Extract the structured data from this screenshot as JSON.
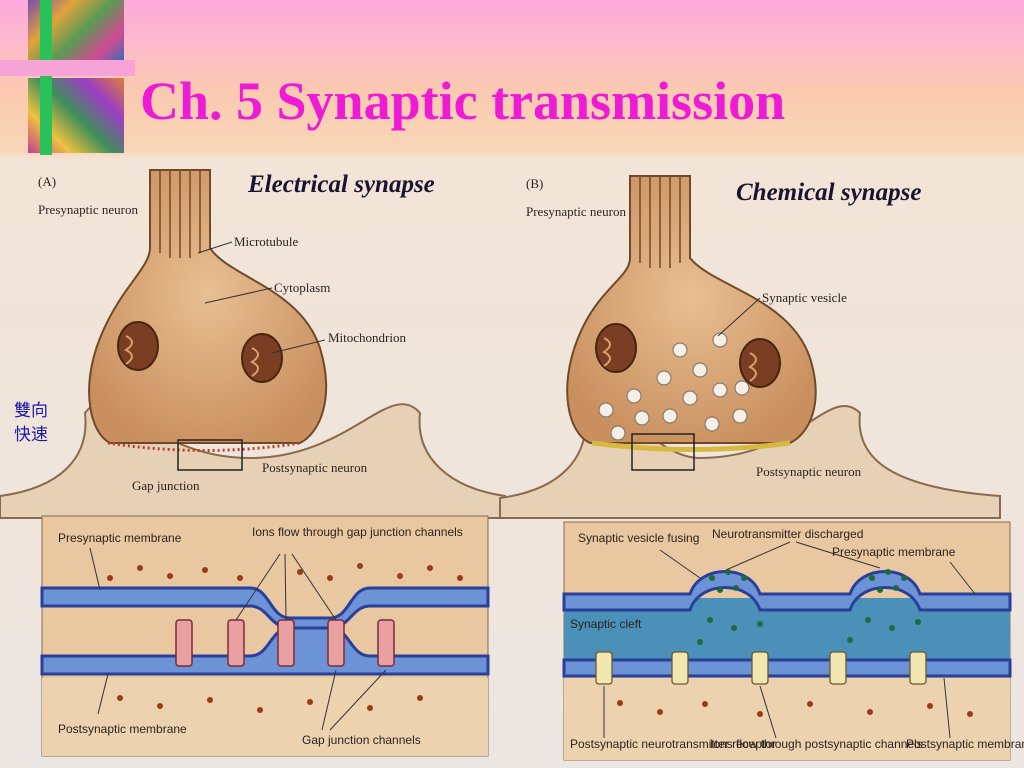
{
  "slide": {
    "title": "Ch. 5 Synaptic transmission",
    "side_note_line1": "雙向",
    "side_note_line2": "快速"
  },
  "panel_a": {
    "letter": "(A)",
    "heading": "Electrical synapse",
    "labels": {
      "presynaptic_neuron": "Presynaptic neuron",
      "microtubule": "Microtubule",
      "cytoplasm": "Cytoplasm",
      "mitochondrion": "Mitochondrion",
      "postsynaptic_neuron": "Postsynaptic neuron",
      "gap_junction": "Gap junction"
    },
    "inset": {
      "presynaptic_membrane": "Presynaptic membrane",
      "ions_flow": "Ions flow through gap junction channels",
      "postsynaptic_membrane": "Postsynaptic membrane",
      "gap_junction_channels": "Gap junction channels"
    }
  },
  "panel_b": {
    "letter": "(B)",
    "heading": "Chemical synapse",
    "labels": {
      "presynaptic_neuron": "Presynaptic neuron",
      "synaptic_vesicle": "Synaptic vesicle",
      "postsynaptic_neuron": "Postsynaptic neuron"
    },
    "inset": {
      "vesicle_fusing": "Synaptic vesicle fusing",
      "neurotransmitter_discharged": "Neurotransmitter discharged",
      "presynaptic_membrane": "Presynaptic membrane",
      "synaptic_cleft": "Synaptic cleft",
      "postsynaptic_receptor": "Postsynaptic neurotransmitter receptor",
      "ions_flow": "Ions flow through postsynaptic channels",
      "postsynaptic_membrane": "Postsynaptic membrane"
    }
  },
  "colors": {
    "title": "#ee1ad6",
    "cell": "#d9a878",
    "membrane": "#2a3f9a",
    "cleft": "#4a90b8",
    "neurotransmitter": "#1f6b3a"
  }
}
